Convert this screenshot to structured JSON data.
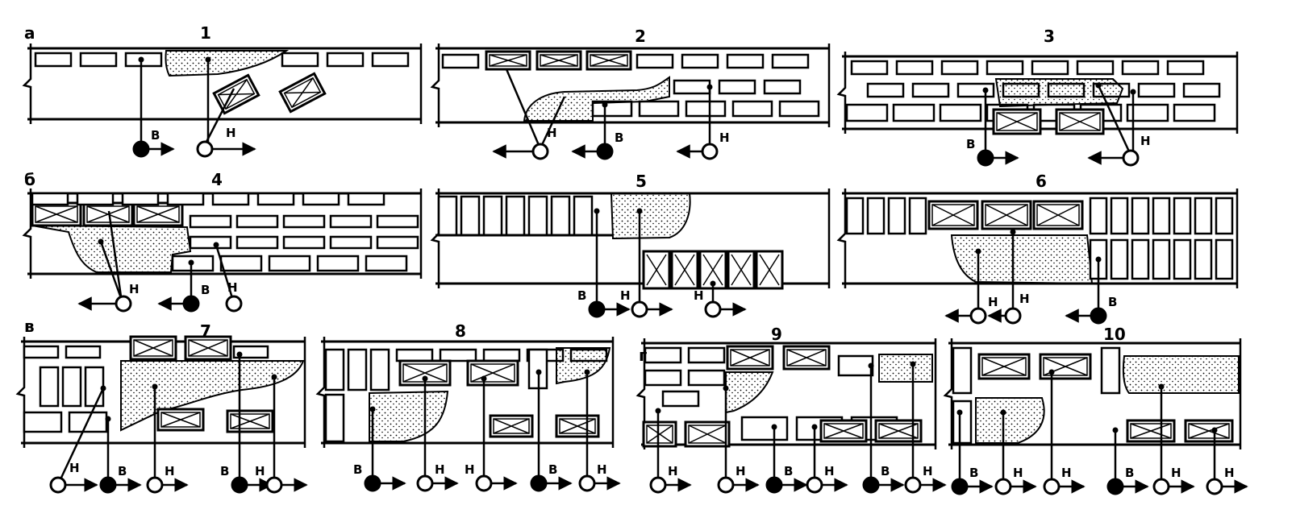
{
  "colors": {
    "ink": "#000000",
    "paper": "#ffffff",
    "stipple": "#000000"
  },
  "row_labels": [
    "а",
    "б",
    "в",
    "г"
  ],
  "scheme_labels": [
    "1",
    "2",
    "3",
    "4",
    "5",
    "6",
    "7",
    "8",
    "9",
    "10"
  ],
  "hole_labels": {
    "upper": "В",
    "lower": "Н"
  },
  "schemes": [
    {
      "id": "1",
      "holes": [
        "В",
        "Н"
      ]
    },
    {
      "id": "2",
      "holes": [
        "Н",
        "В",
        "Н"
      ]
    },
    {
      "id": "3",
      "holes": [
        "В",
        "Н"
      ]
    },
    {
      "id": "4",
      "holes": [
        "Н",
        "В",
        "Н"
      ]
    },
    {
      "id": "5",
      "holes": [
        "В",
        "Н",
        "Н"
      ]
    },
    {
      "id": "6",
      "holes": [
        "Н",
        "Н",
        "В"
      ]
    },
    {
      "id": "7",
      "holes": [
        "Н",
        "В",
        "Н",
        "В",
        "Н"
      ]
    },
    {
      "id": "8",
      "holes": [
        "В",
        "Н",
        "Н",
        "В",
        "Н"
      ]
    },
    {
      "id": "9",
      "holes": [
        "Н",
        "Н",
        "В",
        "Н",
        "В",
        "Н"
      ]
    },
    {
      "id": "10",
      "holes": [
        "В",
        "Н",
        "Н",
        "В",
        "Н",
        "Н"
      ]
    }
  ]
}
